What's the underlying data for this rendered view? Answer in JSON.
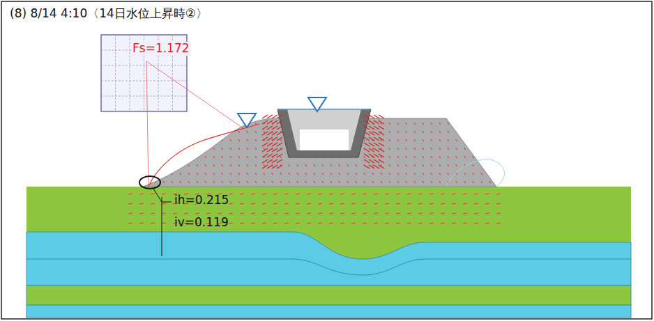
{
  "diagram": {
    "title": "(8) 8/14 4:10〈14日水位上昇時②〉",
    "labels": [
      "Fs=1.172",
      "ih=0.215",
      "iv=0.119"
    ]
  }
}
